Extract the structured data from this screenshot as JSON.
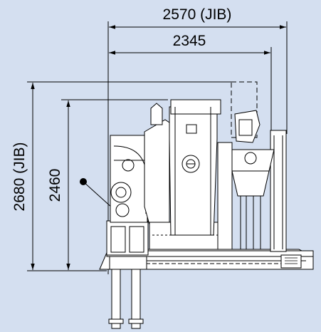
{
  "background_color": "#d4dff0",
  "line_color": "#000000",
  "machine_fill": "#ffffff",
  "dimensions": {
    "total_width_jib": "2570 (JIB)",
    "body_width": "2345",
    "total_height_jib": "2680 (JIB)",
    "body_height": "2460"
  }
}
